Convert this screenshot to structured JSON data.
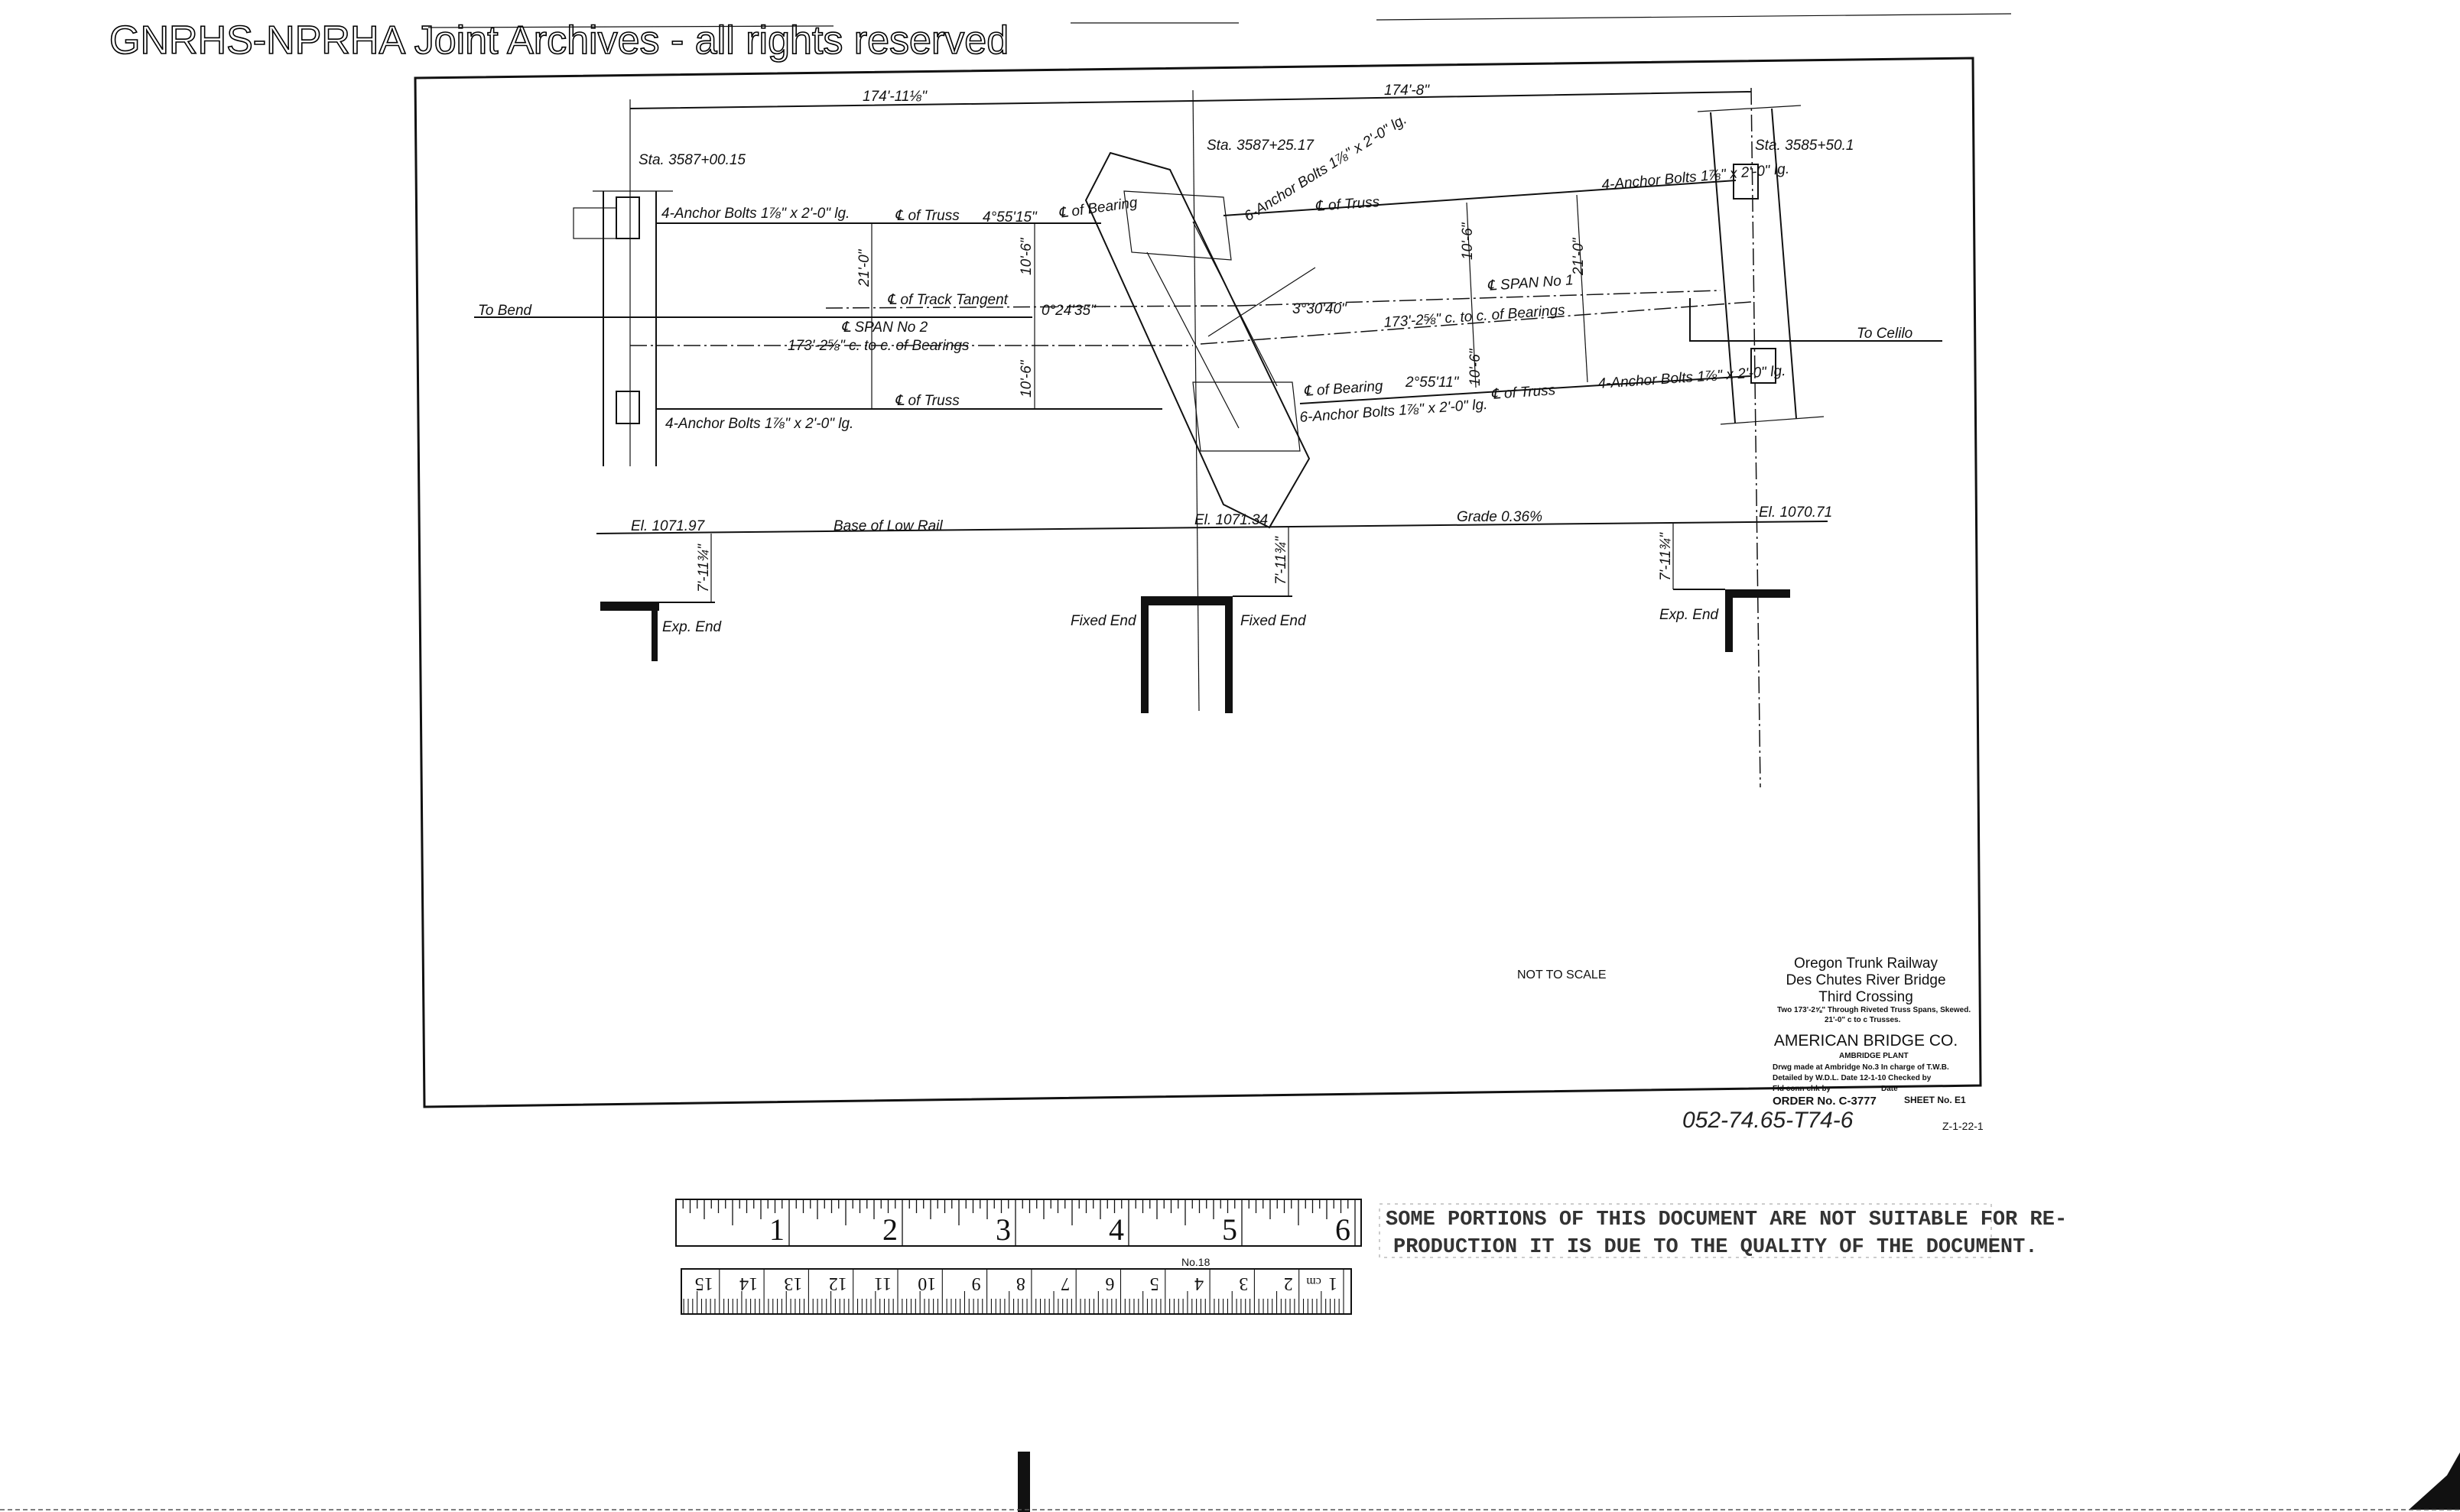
{
  "header": {
    "watermark": "GNRHS-NPRHA Joint Archives - all rights reserved"
  },
  "drawing": {
    "labels": [
      "174'-11⅛\"",
      "174'-8\"",
      "Sta. 3587+00.15",
      "Sta. 3587+25.17",
      "Sta. 3585+50.1",
      "4-Anchor Bolts 1⅞\" x 2'-0\" lg.",
      "℄ of Truss",
      "4°55'15\"",
      "℄ of Bearing",
      "6-Anchor Bolts 1⅞\" x 2'-0\" lg.",
      "℄ of Truss",
      "4-Anchor Bolts 1⅞\" x 2'-0\" lg.",
      "To Bend",
      "℄ of Track Tangent",
      "0°24'35\"",
      "℄ SPAN No 2",
      "173'-2⅝\" c. to c. of Bearings",
      "3°30'40\"",
      "℄ SPAN No 1",
      "173'-2⅝\" c. to c. of Bearings",
      "To Celilo",
      "4-Anchor Bolts 1⅞\" x 2'-0\" lg.",
      "℄ of Truss",
      "℄ of Bearing",
      "2°55'11\"",
      "6-Anchor Bolts 1⅞\" x 2'-0\" lg.",
      "℄ of Truss",
      "4-Anchor Bolts 1⅞\" x 2'-0\" lg.",
      "10'-6\"",
      "10'-6\"",
      "21'-0\"",
      "El. 1071.97",
      "Base of Low Rail",
      "El. 1071.34",
      "Grade 0.36%",
      "El. 1070.71",
      "7'-11¾\"",
      "7'-11¾\"",
      "7'-11¾\"",
      "Exp. End",
      "Fixed End",
      "Fixed End",
      "Exp. End",
      "21'-0\"",
      "10'-6\"",
      "10'-6\""
    ],
    "not_to_scale": "NOT TO SCALE"
  },
  "title_block": {
    "railway": "Oregon Trunk Railway",
    "bridge": "Des Chutes River Bridge",
    "crossing": "Third Crossing",
    "desc1": "Two 173'-2⅝\" Through Riveted Truss Spans, Skewed.",
    "desc2": "21'-0\" c to c Trusses.",
    "company": "AMERICAN BRIDGE CO.",
    "plant": "AMBRIDGE PLANT",
    "made": "Drwg made at Ambridge No.3  In charge of T.W.B.",
    "detailed": "Detailed by W.D.L.  Date 12-1-10  Checked by",
    "field": "Fld conn chk by",
    "date_label": "Date",
    "order": "ORDER No. C-3777",
    "sheet": "SHEET No. E1",
    "corner_code": "Z-1-22-1"
  },
  "handwritten_number": "052-74.65-T74-6",
  "ruler": {
    "inches": [
      "1",
      "2",
      "3",
      "4",
      "5",
      "6"
    ],
    "cm": [
      "1",
      "2",
      "3",
      "4",
      "5",
      "6",
      "7",
      "8",
      "9",
      "10",
      "11",
      "12",
      "13",
      "14",
      "15"
    ],
    "cm_unit": "cm",
    "model": "No.18"
  },
  "notice": {
    "line1": "SOME PORTIONS OF THIS DOCUMENT ARE NOT SUITABLE FOR RE-",
    "line2": "PRODUCTION IT IS DUE TO THE QUALITY OF THE DOCUMENT."
  }
}
